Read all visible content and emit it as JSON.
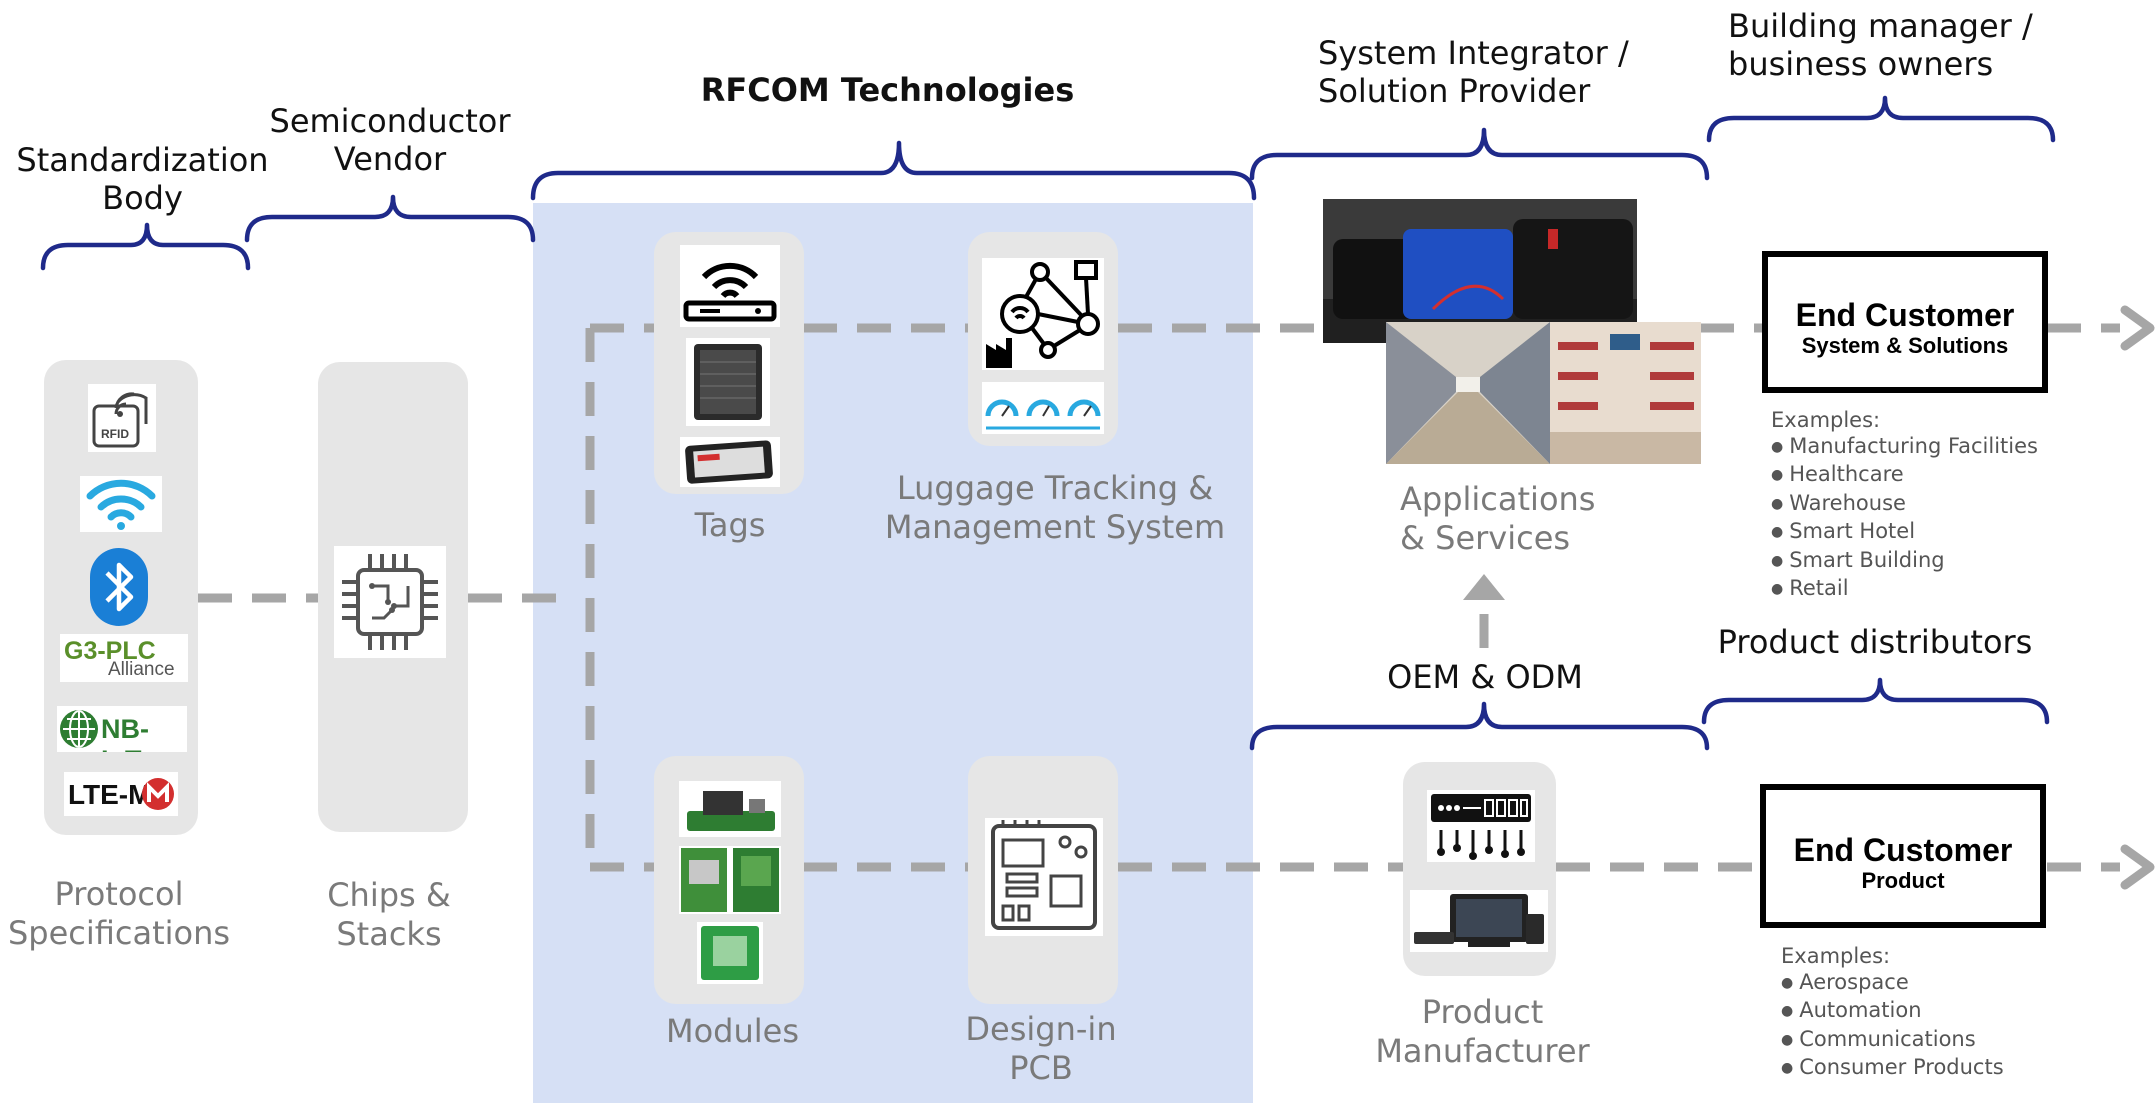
{
  "headers": {
    "standardization": "Standardization\nBody",
    "semiconductor": "Semiconductor\nVendor",
    "rfcom": "RFCOM Technologies",
    "integrator": "System Integrator /\nSolution Provider",
    "building": "Building manager /\nbusiness owners",
    "oem": "OEM & ODM",
    "distributors": "Product distributors"
  },
  "labels": {
    "protocol": "Protocol\nSpecifications",
    "chips": "Chips &\nStacks",
    "tags": "Tags",
    "luggage": "Luggage Tracking &\nManagement System",
    "applications": "Applications\n& Services",
    "modules": "Modules",
    "pcb": "Design-in\nPCB",
    "manufacturer": "Product\nManufacturer"
  },
  "protocol_logos": {
    "rfid": "RFID",
    "g3plc_main": "G3-PLC",
    "g3plc_sub": "Alliance",
    "nbiot": "NB-IoT",
    "ltem": "LTE-M"
  },
  "end_customer_systems": {
    "title": "End Customer",
    "subtitle": "System & Solutions",
    "examples_heading": "Examples:",
    "examples": [
      "Manufacturing Facilities",
      "Healthcare",
      "Warehouse",
      "Smart Hotel",
      "Smart Building",
      "Retail"
    ]
  },
  "end_customer_product": {
    "title": "End Customer",
    "subtitle": "Product",
    "examples_heading": "Examples:",
    "examples": [
      "Aerospace",
      "Automation",
      "Communications",
      "Consumer Products"
    ]
  },
  "colors": {
    "bracket": "#1f2a8a",
    "highlight": "#d6e0f5",
    "panel": "#e6e6e6",
    "connector": "#a6a6a6",
    "label_gray": "#7a7a7a"
  },
  "icons": [
    "rfid-icon",
    "wifi-icon",
    "bluetooth-icon",
    "chip-icon",
    "router-icon",
    "network-icon",
    "gauge-icon",
    "pcb-icon",
    "module-icon",
    "equalizer-icon",
    "tv-icon",
    "arrow-right-icon",
    "arrow-up-icon"
  ]
}
